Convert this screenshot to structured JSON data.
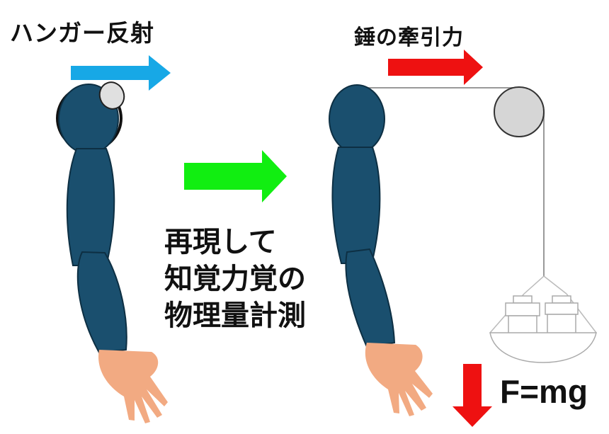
{
  "labels": {
    "hanger_reflex": "ハンガー反射",
    "weight_traction": "錘の牽引力",
    "middle_lines": [
      "再現して",
      "知覚力覚の",
      "物理量計測"
    ],
    "formula": "F=mg"
  },
  "colors": {
    "arm": "#1a4f6e",
    "hand": "#f2aa82",
    "arrow_blue": "#17a8e6",
    "arrow_red": "#ee1111",
    "arrow_green": "#11ee11",
    "hanger_pad": "#e0e0e0",
    "pulley": "#d6d6d6"
  },
  "icons": {
    "left_figure": "arm-with-hanger-icon",
    "right_figure": "arm-with-pulley-weight-icon"
  }
}
